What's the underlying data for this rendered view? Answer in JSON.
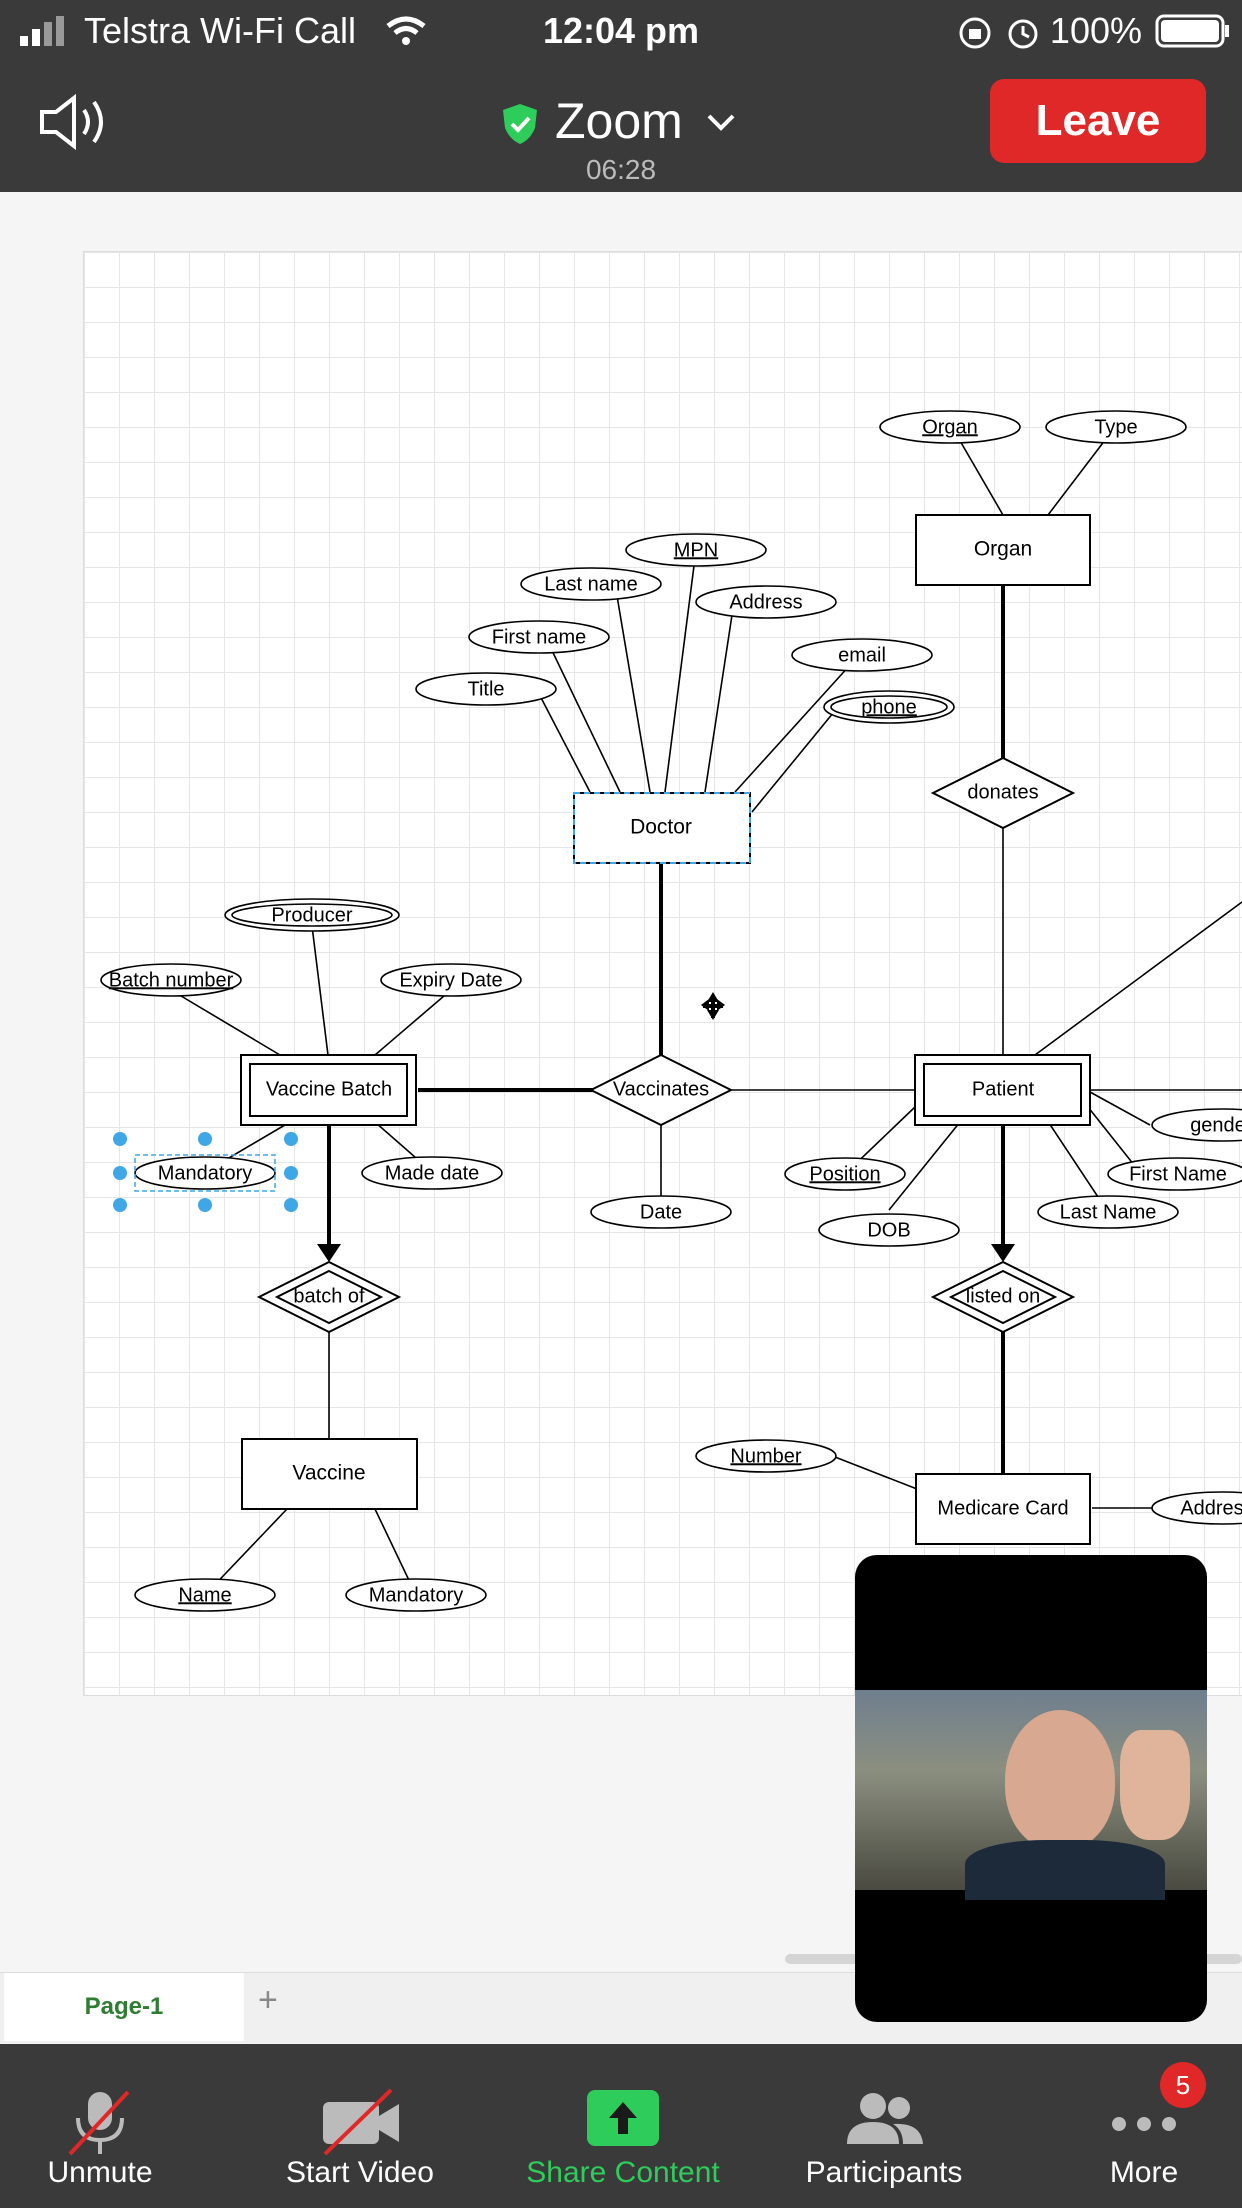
{
  "status_bar": {
    "carrier": "Telstra Wi-Fi Call",
    "time": "12:04 pm",
    "battery": "100%"
  },
  "header": {
    "app_title": "Zoom",
    "meeting_timer": "06:28",
    "leave_label": "Leave"
  },
  "diagram": {
    "entities": {
      "organ": "Organ",
      "doctor": "Doctor",
      "patient": "Patient",
      "vaccine_batch": "Vaccine Batch",
      "vaccine": "Vaccine",
      "medicare_card": "Medicare Card"
    },
    "relationships": {
      "donates": "donates",
      "vaccinates": "Vaccinates",
      "batch_of": "batch of",
      "listed_on": "listed on"
    },
    "attributes": {
      "organ_key": "Organ",
      "organ_type": "Type",
      "doctor_mpn": "MPN",
      "doctor_last_name": "Last name",
      "doctor_address": "Address",
      "doctor_first_name": "First name",
      "doctor_email": "email",
      "doctor_title": "Title",
      "doctor_phone": "phone",
      "batch_producer": "Producer",
      "batch_number": "Batch number",
      "batch_expiry": "Expiry Date",
      "batch_mandatory": "Mandatory",
      "batch_made_date": "Made date",
      "vaccinates_date": "Date",
      "patient_position": "Position",
      "patient_dob": "DOB",
      "patient_last_name": "Last Name",
      "patient_first_name": "First Name",
      "patient_gender": "gende",
      "vaccine_name": "Name",
      "vaccine_mandatory": "Mandatory",
      "card_number": "Number",
      "card_address": "Addres"
    }
  },
  "page_tabs": {
    "active_tab": "Page-1",
    "add_icon": "+"
  },
  "toolbar": {
    "unmute_label": "Unmute",
    "start_video_label": "Start Video",
    "share_label": "Share Content",
    "participants_label": "Participants",
    "more_label": "More",
    "more_badge": "5"
  },
  "colors": {
    "bar_bg": "#3a3a3a",
    "leave_red": "#e02828",
    "share_green": "#2ecc5a",
    "selection_blue": "#3fa7e6"
  }
}
